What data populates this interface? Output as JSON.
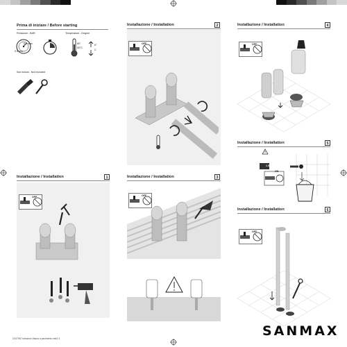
{
  "page": {
    "sec_before_title": "Prima di iniziare / Before starting",
    "pressure_label": "Pressione - BAR",
    "temperature_label": "Temperature - Degree",
    "pressure_marks": [
      "0.5 max",
      "0.5 min"
    ],
    "temperature_marks": [
      "80°",
      "50°C",
      "6°",
      "C"
    ],
    "not_included": "Non inclusi - Not Included",
    "install_title": "Installazione / Installation",
    "steps": [
      "1",
      "2",
      "3",
      "4",
      "5",
      "6"
    ],
    "valve_off": "OFF",
    "valve_on": "ON",
    "small_text": "1.5",
    "footer": "C617NG Istruzioni Vasca a pavimento inst2 3",
    "brand": "SANMAX"
  },
  "colors": {
    "brand_text": "#0a0a0a",
    "panel": "#f0f0f0"
  }
}
